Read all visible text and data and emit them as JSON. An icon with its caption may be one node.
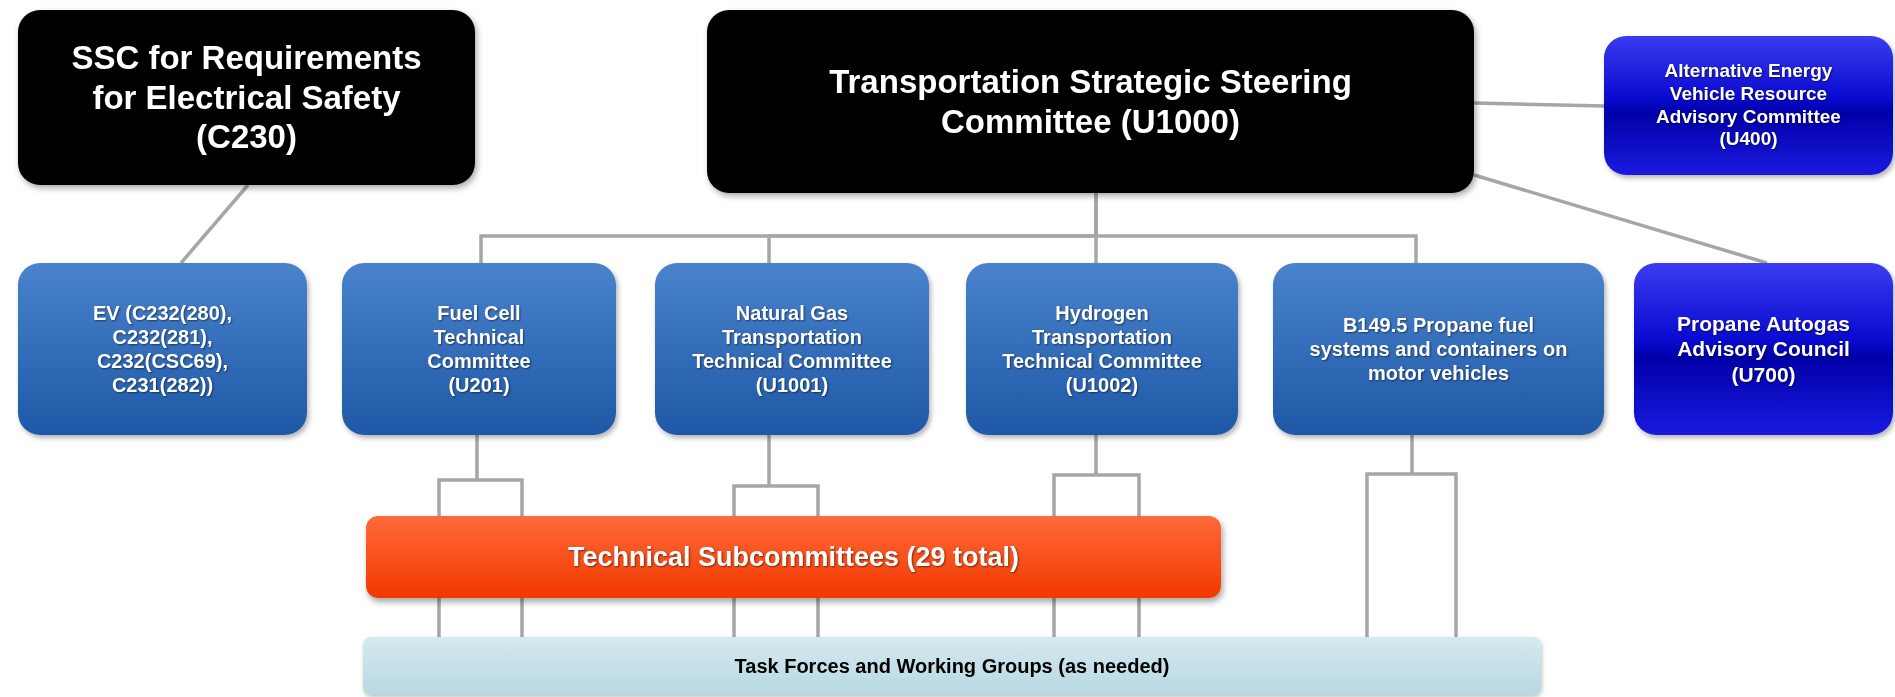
{
  "diagram": {
    "nodes": [
      {
        "text": [
          "SSC for Requirements for Electrical Safety (C230)"
        ]
      },
      {
        "text": [
          "Transportation Strategic Steering Committee (U1000)"
        ]
      },
      {
        "text": [
          "Alternative Energy Vehicle Resource Advisory Committee (U400)"
        ]
      },
      {
        "text": [
          "EV (C232(280), C232(281), C232(CSC69), C231(282))"
        ]
      },
      {
        "text": [
          "Fuel Cell Technical Committee (U201)"
        ]
      },
      {
        "text": [
          "Natural Gas Transportation Technical Committee (U1001)"
        ]
      },
      {
        "text": [
          "Hydrogen Transportation Technical Committee (U1002)"
        ]
      },
      {
        "text": [
          "B149.5 Propane fuel systems and containers on motor vehicles"
        ]
      },
      {
        "text": [
          "Propane Autogas Advisory Council (U700)"
        ]
      },
      {
        "text": [
          "Technical Subcommittees (29 total)"
        ]
      },
      {
        "text": [
          "Task Forces and Working Groups (as needed)"
        ]
      }
    ],
    "edges": [
      {
        "from": 0,
        "to": 3,
        "arrow": "none"
      },
      {
        "from": 1,
        "to": 2,
        "arrow": "none"
      },
      {
        "from": 1,
        "to": 8,
        "arrow": "none"
      },
      {
        "from": 1,
        "to": 4,
        "arrow": "none"
      },
      {
        "from": 1,
        "to": 5,
        "arrow": "none"
      },
      {
        "from": 1,
        "to": 6,
        "arrow": "none"
      },
      {
        "from": 1,
        "to": 7,
        "arrow": "none"
      },
      {
        "from": 4,
        "to": 9,
        "arrow": "none"
      },
      {
        "from": 5,
        "to": 9,
        "arrow": "none"
      },
      {
        "from": 6,
        "to": 9,
        "arrow": "none"
      },
      {
        "from": 9,
        "to": 10,
        "arrow": "none"
      },
      {
        "from": 7,
        "to": 10,
        "arrow": "none"
      }
    ]
  }
}
